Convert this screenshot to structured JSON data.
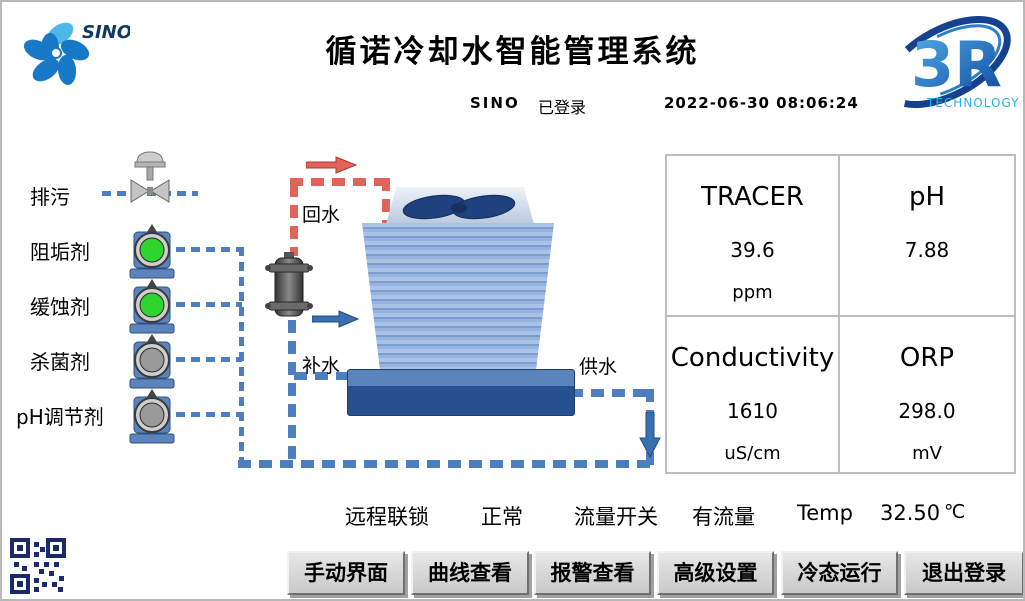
{
  "header": {
    "title": "循诺冷却水智能管理系统",
    "user": "SINO",
    "login_status": "已登录",
    "datetime": "2022-06-30  08:06:24",
    "sino_logo_text": "SINO",
    "r3_logo_text": "3R",
    "r3_logo_sub": "TECHNOLOGY"
  },
  "dosing": {
    "blowdown_label": "排污",
    "pumps": [
      {
        "label": "阻垢剂",
        "status_color": "#2ed52e"
      },
      {
        "label": "缓蚀剂",
        "status_color": "#2ed52e"
      },
      {
        "label": "杀菌剂",
        "status_color": "#9a9a9a"
      },
      {
        "label": "pH调节剂",
        "status_color": "#9a9a9a"
      }
    ]
  },
  "diagram": {
    "return_water_label": "回水",
    "makeup_water_label": "补水",
    "supply_water_label": "供水",
    "pipe_colors": {
      "return": "#e0645a",
      "supply": "#4d7fc0"
    }
  },
  "readings": [
    {
      "name": "TRACER",
      "value": "39.6",
      "unit": "ppm"
    },
    {
      "name": "pH",
      "value": "7.88",
      "unit": ""
    },
    {
      "name": "Conductivity",
      "value": "1610",
      "unit": "uS/cm"
    },
    {
      "name": "ORP",
      "value": "298.0",
      "unit": "mV"
    }
  ],
  "status": {
    "interlock_label": "远程联锁",
    "interlock_value": "正常",
    "flow_label": "流量开关",
    "flow_value": "有流量",
    "temp_label": "Temp",
    "temp_value": "32.50",
    "temp_unit": "℃"
  },
  "buttons": [
    "手动界面",
    "曲线查看",
    "报警查看",
    "高级设置",
    "冷态运行",
    "退出登录"
  ]
}
